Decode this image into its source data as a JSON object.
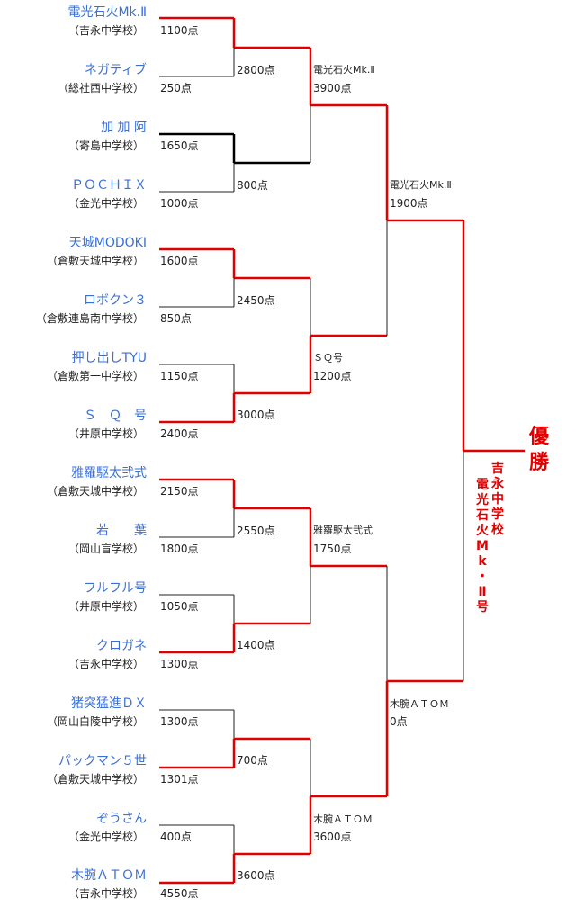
{
  "colors": {
    "winner": "#e00000",
    "loser": "#222222",
    "bold": "#000000",
    "team_name": "#3a6fd8"
  },
  "teams": [
    {
      "name": "電光石火Mk.Ⅱ",
      "school": "（吉永中学校）",
      "score": "1100点"
    },
    {
      "name": "ネガティブ",
      "school": "（総社西中学校）",
      "score": "250点"
    },
    {
      "name": "加 加 阿",
      "school": "（寄島中学校）",
      "score": "1650点"
    },
    {
      "name": "ＰＯＣＨＩＸ",
      "school": "（金光中学校）",
      "score": "1000点"
    },
    {
      "name": "天城MODOKI",
      "school": "（倉敷天城中学校）",
      "score": "1600点"
    },
    {
      "name": "ロボクン３",
      "school": "（倉敷連島南中学校）",
      "score": "850点"
    },
    {
      "name": "押し出しTYU",
      "school": "（倉敷第一中学校）",
      "score": "1150点"
    },
    {
      "name": "Ｓ　Ｑ　号",
      "school": "（井原中学校）",
      "score": "2400点"
    },
    {
      "name": "雅羅駆太弐式",
      "school": "（倉敷天城中学校）",
      "score": "2150点"
    },
    {
      "name": "若　　葉",
      "school": "（岡山盲学校）",
      "score": "1800点"
    },
    {
      "name": "フルフル号",
      "school": "（井原中学校）",
      "score": "1050点"
    },
    {
      "name": "クロガネ",
      "school": "（吉永中学校）",
      "score": "1300点"
    },
    {
      "name": "猪突猛進ＤＸ",
      "school": "（岡山白陵中学校）",
      "score": "1300点"
    },
    {
      "name": "パックマン５世",
      "school": "（倉敷天城中学校）",
      "score": "1301点"
    },
    {
      "name": "ぞうさん",
      "school": "（金光中学校）",
      "score": "400点"
    },
    {
      "name": "木腕ＡＴＯＭ",
      "school": "（吉永中学校）",
      "score": "4550点"
    }
  ],
  "round2": [
    {
      "score": "2800点"
    },
    {
      "score": "800点"
    },
    {
      "score": "2450点"
    },
    {
      "score": "3000点"
    },
    {
      "score": "2550点"
    },
    {
      "score": "1400点"
    },
    {
      "score": "700点"
    },
    {
      "score": "3600点"
    }
  ],
  "round3": [
    {
      "name": "電光石火Mk.Ⅱ",
      "score": "3900点"
    },
    {
      "name": "ＳＱ号",
      "score": "1200点"
    },
    {
      "name": "雅羅駆太弐式",
      "score": "1750点"
    },
    {
      "name": "木腕ＡＴＯＭ",
      "score": "3600点"
    }
  ],
  "round4": [
    {
      "name": "電光石火Mk.Ⅱ",
      "score": "1900点"
    },
    {
      "name": "木腕ＡＴＯＭ",
      "score": "0点"
    }
  ],
  "champion": {
    "title": "優勝",
    "col1": "吉永中学校",
    "col2": "電光石火Mk・Ⅱ号"
  }
}
